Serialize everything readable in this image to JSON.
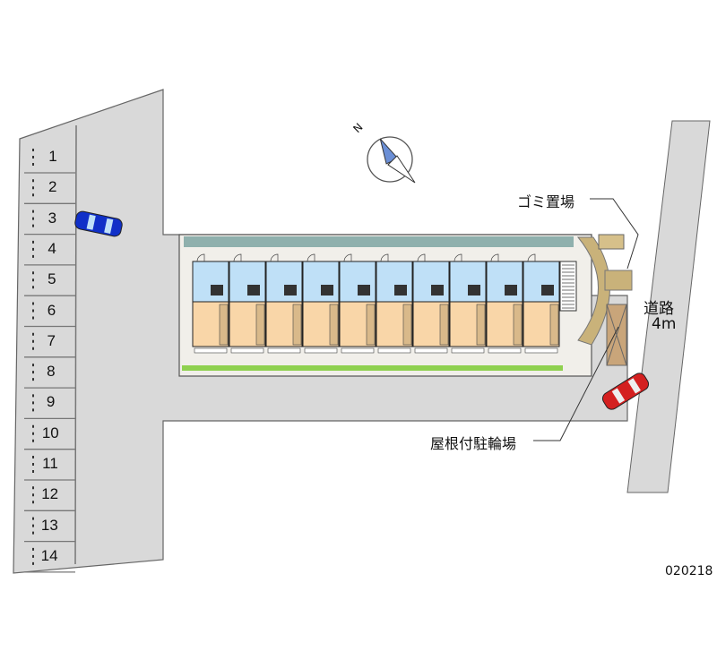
{
  "parking_spaces": [
    "1",
    "2",
    "3",
    "4",
    "5",
    "6",
    "7",
    "8",
    "9",
    "10",
    "11",
    "12",
    "13",
    "14"
  ],
  "labels": {
    "garbage": "ゴミ置場",
    "road": "道路",
    "road_width": "4m",
    "bicycle": "屋根付駐輪場",
    "code": "020218",
    "north": "N"
  },
  "building": {
    "units": 10
  },
  "colors": {
    "lot": "#d9d9d9",
    "unit_upper": "#bfe0f7",
    "unit_lower": "#f9d6a8",
    "roof": "#8fb0ad",
    "hedge": "#8fd14f",
    "car_blue": "#1030c8",
    "car_red": "#d42020"
  }
}
